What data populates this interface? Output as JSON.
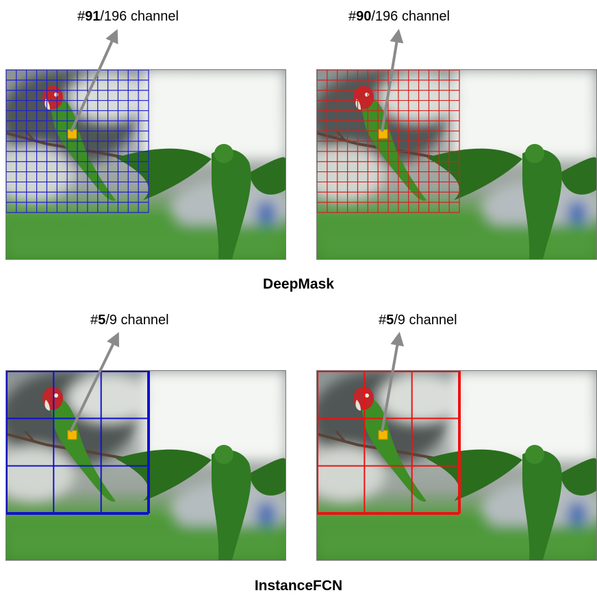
{
  "figure": {
    "deepmask": {
      "title": "DeepMask",
      "left": {
        "prefix": "#",
        "index": "91",
        "suffix": "/196 channel",
        "grid_color": "#1f1fcf"
      },
      "right": {
        "prefix": "#",
        "index": "90",
        "suffix": "/196 channel",
        "grid_color": "#d42020"
      }
    },
    "instancefcn": {
      "title": "InstanceFCN",
      "left": {
        "prefix": "#",
        "index": "5",
        "suffix": "/9 channel",
        "grid_color": "#1010d0"
      },
      "right": {
        "prefix": "#",
        "index": "5",
        "suffix": "/9 channel",
        "grid_color": "#ee1111"
      }
    },
    "colors": {
      "arrow": "#8a8a8a",
      "marker": "#f5b800",
      "parrot_green": "#2f7a22",
      "parrot_red": "#c0262a",
      "background_grass": "#4f9a3a"
    }
  }
}
